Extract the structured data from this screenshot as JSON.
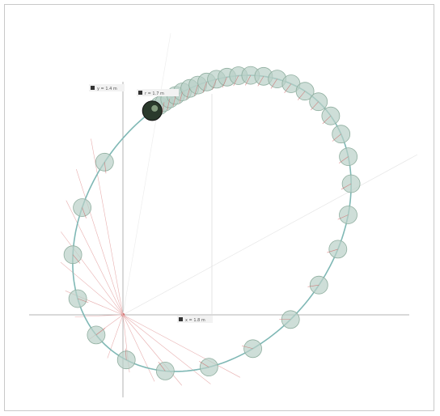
{
  "labels": {
    "y_axis_label": "y = 1.4 m",
    "x_axis_label": "x = 1.8 m",
    "position_label": "r = 1.7 m"
  },
  "colors": {
    "orbit": "#7fb8b5",
    "ball_fill": "#b9d0c8",
    "ball_stroke": "#8fae9f",
    "axis": "#b3b3b3",
    "force_vector": "#d06a6a",
    "radius_line": "#e8b0b0",
    "planet_dark": "#2a3a2c",
    "planet_light": "#a8c4a0",
    "label_icon": "#333333"
  },
  "icons": {
    "planet": "dark-sphere-icon",
    "ball": "translucent-sphere-icon",
    "label_box": "value-box-icon"
  }
}
